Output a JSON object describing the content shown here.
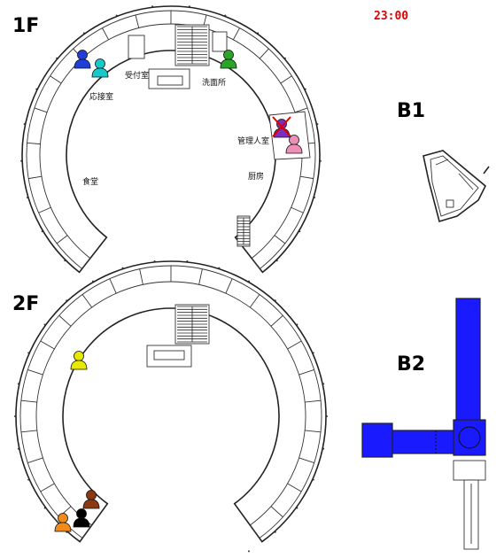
{
  "clock": "23:00",
  "floors": {
    "f1": {
      "label": "1F"
    },
    "f2": {
      "label": "2F"
    },
    "b1": {
      "label": "B1"
    },
    "b2": {
      "label": "B2"
    }
  },
  "rooms_1f": {
    "reception": "受付室",
    "parlor": "応接室",
    "washroom": "洗面所",
    "manager": "管理人室",
    "dining": "食堂",
    "kitchen": "厨房"
  },
  "colors": {
    "clock": "#e00000",
    "b2_corridor": "#1a1aff",
    "person_blue": "#1f3fd8",
    "person_cyan": "#19c9c9",
    "person_green": "#2aa52a",
    "person_pink": "#ee8fb8",
    "person_yellow": "#e8e800",
    "person_brown": "#8a3a12",
    "person_orange": "#f08a1a",
    "person_black": "#000000",
    "victim_mark": "#e00000"
  },
  "occupants": [
    {
      "floor": "1F",
      "location": "応接室",
      "icon": "person-icon",
      "color": "#1f3fd8"
    },
    {
      "floor": "1F",
      "location": "応接室",
      "icon": "person-icon",
      "color": "#19c9c9"
    },
    {
      "floor": "1F",
      "location": "洗面所",
      "icon": "person-icon",
      "color": "#2aa52a"
    },
    {
      "floor": "1F",
      "location": "管理人室",
      "icon": "person-icon-crossed",
      "color": "#7a2fbf"
    },
    {
      "floor": "1F",
      "location": "管理人室",
      "icon": "person-icon",
      "color": "#ee8fb8"
    },
    {
      "floor": "2F",
      "location": "",
      "icon": "person-icon",
      "color": "#e8e800"
    },
    {
      "floor": "2F",
      "location": "",
      "icon": "person-icon",
      "color": "#8a3a12"
    },
    {
      "floor": "2F",
      "location": "",
      "icon": "person-icon",
      "color": "#f08a1a"
    },
    {
      "floor": "2F",
      "location": "",
      "icon": "person-icon",
      "color": "#000000"
    }
  ]
}
